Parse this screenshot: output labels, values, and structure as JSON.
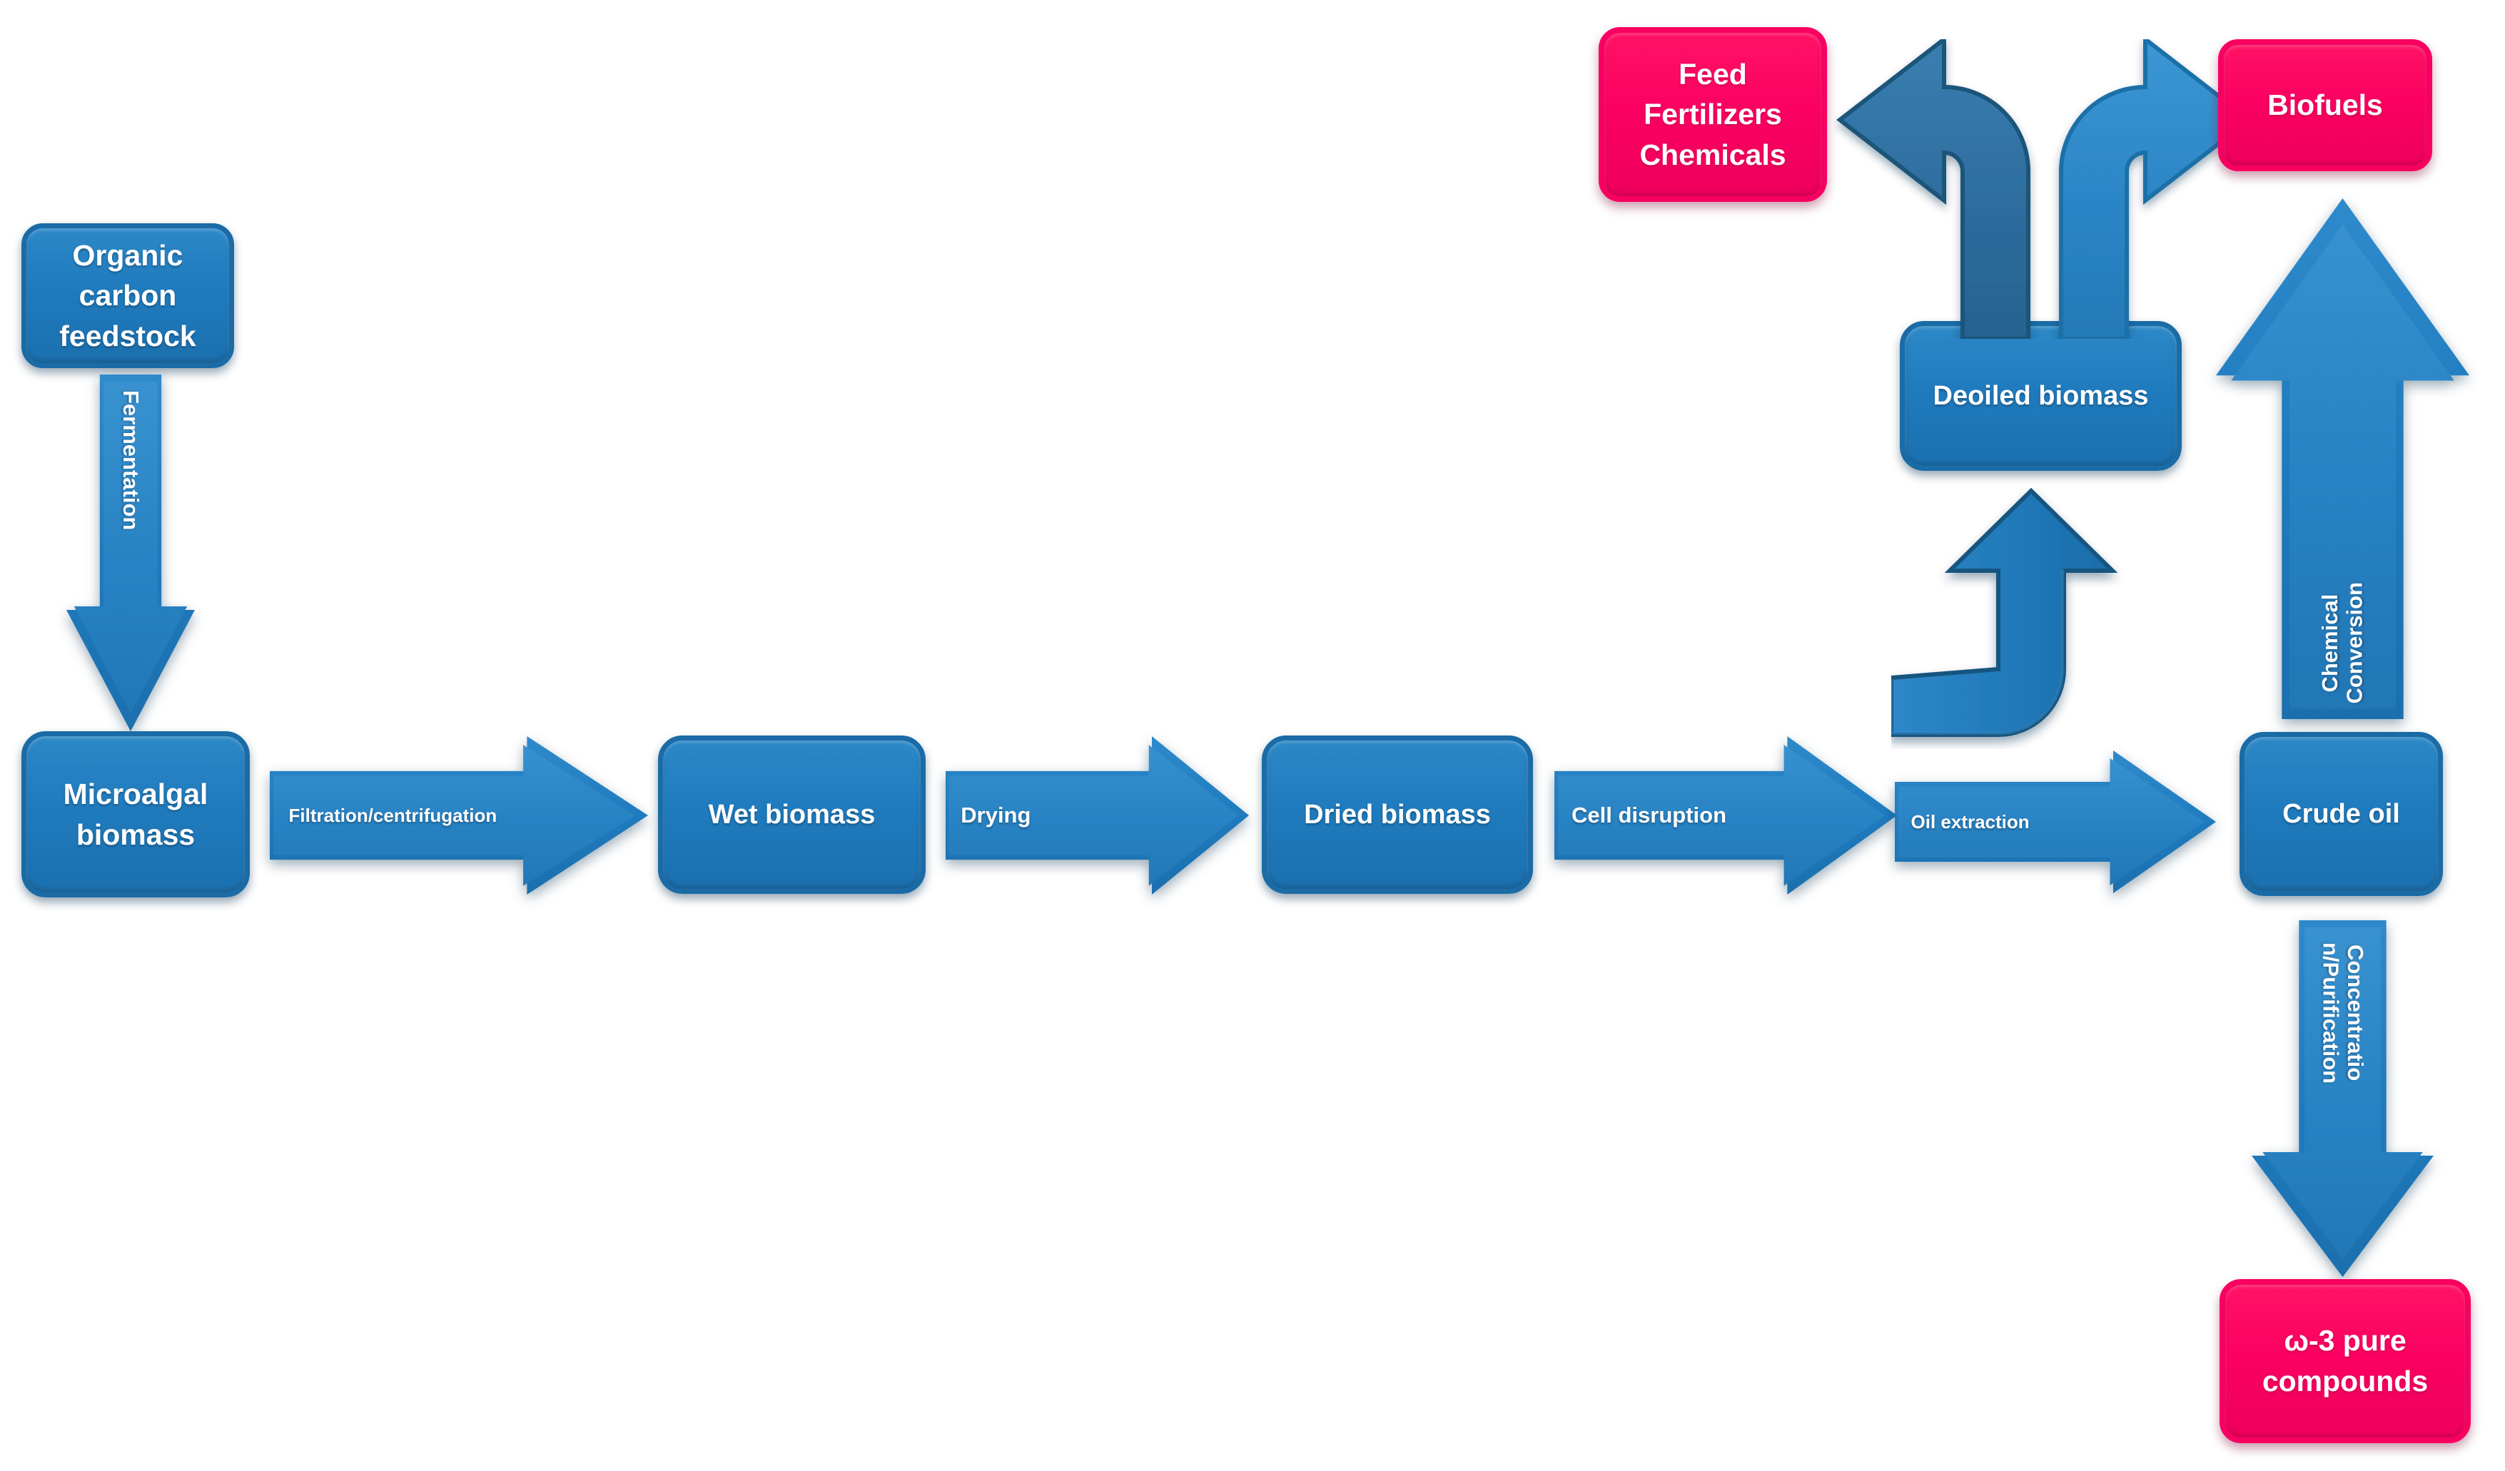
{
  "diagram": {
    "title": "Microalgal biomass biorefinery process flow",
    "colors": {
      "blue_fill": "#1F7BBE",
      "blue_dark": "#2D6D9E",
      "blue_light": "#2E8ACA",
      "pink_fill": "#FB0061",
      "background": "#FFFFFF",
      "text": "#FFFFFF"
    },
    "nodes": [
      {
        "id": "organic-carbon-feedstock",
        "label": "Organic\ncarbon\nfeedstock",
        "type": "blue-box"
      },
      {
        "id": "microalgal-biomass",
        "label": "Microalgal\nbiomass",
        "type": "blue-box"
      },
      {
        "id": "wet-biomass",
        "label": "Wet biomass",
        "type": "blue-box"
      },
      {
        "id": "dried-biomass",
        "label": "Dried biomass",
        "type": "blue-box"
      },
      {
        "id": "deoiled-biomass",
        "label": "Deoiled biomass",
        "type": "blue-box"
      },
      {
        "id": "crude-oil",
        "label": "Crude oil",
        "type": "blue-box"
      },
      {
        "id": "feed-fertilizers-chemicals",
        "label": "Feed\nFertilizers\nChemicals",
        "type": "pink-box"
      },
      {
        "id": "biofuels",
        "label": "Biofuels",
        "type": "pink-box"
      },
      {
        "id": "omega3-pure-compounds",
        "label": "ω-3 pure\ncompounds",
        "type": "pink-box"
      }
    ],
    "edges": [
      {
        "id": "fermentation",
        "label": "Fermentation",
        "direction": "down",
        "from": "organic-carbon-feedstock",
        "to": "microalgal-biomass"
      },
      {
        "id": "filtration-centrifugation",
        "label": "Filtration/centrifugation",
        "direction": "right",
        "from": "microalgal-biomass",
        "to": "wet-biomass"
      },
      {
        "id": "drying",
        "label": "Drying",
        "direction": "right",
        "from": "wet-biomass",
        "to": "dried-biomass"
      },
      {
        "id": "cell-disruption",
        "label": "Cell disruption",
        "direction": "right",
        "from": "dried-biomass",
        "to": "oil-extraction"
      },
      {
        "id": "oil-extraction",
        "label": "Oil extraction",
        "direction": "right",
        "from": "cell-disruption",
        "to": "crude-oil"
      },
      {
        "id": "deoiling-elbow",
        "label": "",
        "direction": "elbow-up",
        "from": "cell-disruption",
        "to": "deoiled-biomass"
      },
      {
        "id": "chemical-conversion",
        "label": "Chemical\nConversion",
        "direction": "up",
        "from": "crude-oil",
        "to": "biofuels"
      },
      {
        "id": "concentration-purification",
        "label": "Concentratio\nn/Purification",
        "direction": "down",
        "from": "crude-oil",
        "to": "omega3-pure-compounds"
      },
      {
        "id": "deoiled-to-feed",
        "label": "",
        "direction": "curve-left",
        "from": "deoiled-biomass",
        "to": "feed-fertilizers-chemicals"
      },
      {
        "id": "deoiled-to-biofuels",
        "label": "",
        "direction": "curve-right",
        "from": "deoiled-biomass",
        "to": "biofuels"
      }
    ],
    "labels": {
      "organic_carbon_feedstock_l1": "Organic",
      "organic_carbon_feedstock_l2": "carbon",
      "organic_carbon_feedstock_l3": "feedstock",
      "microalgal_biomass_l1": "Microalgal",
      "microalgal_biomass_l2": "biomass",
      "wet_biomass": "Wet biomass",
      "dried_biomass": "Dried biomass",
      "deoiled_biomass": "Deoiled biomass",
      "crude_oil": "Crude oil",
      "feed": "Feed",
      "fertilizers": "Fertilizers",
      "chemicals": "Chemicals",
      "biofuels": "Biofuels",
      "omega3_l1": "ω-3 pure",
      "omega3_l2": "compounds",
      "fermentation": "Fermentation",
      "filtration_centrifugation": "Filtration/centrifugation",
      "drying": "Drying",
      "cell_disruption": "Cell disruption",
      "oil_extraction": "Oil extraction",
      "chemical_conversion_l1": "Chemical",
      "chemical_conversion_l2": "Conversion",
      "concentration_purification_l1": "Concentratio",
      "concentration_purification_l2": "n/Purification"
    }
  }
}
